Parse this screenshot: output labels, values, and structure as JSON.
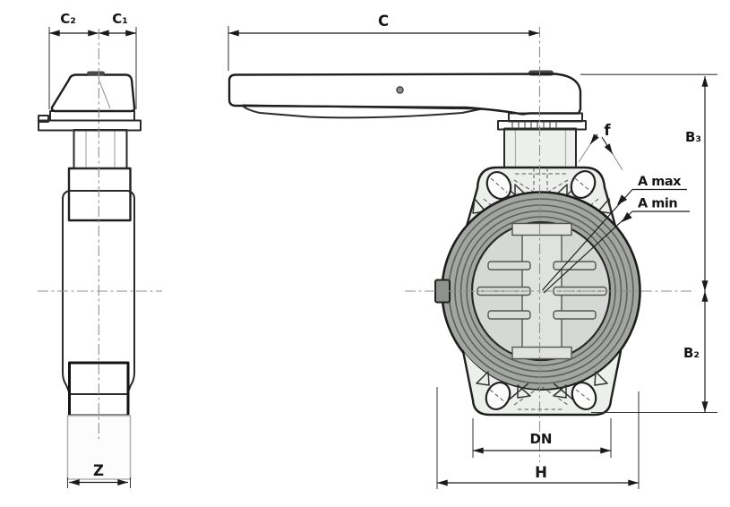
{
  "diagram": {
    "kind": "butterfly-valve dimensional drawing",
    "side_view": {
      "dimensions": {
        "c2": "C₂",
        "c1": "C₁",
        "z": "Z"
      }
    },
    "front_view": {
      "dimensions": {
        "c": "C",
        "b3": "B₃",
        "b2": "B₂",
        "f": "f",
        "a_max": "A max",
        "a_min": "A min",
        "dn": "DN",
        "h": "H"
      }
    }
  },
  "colors": {
    "line": "#1f1f1f",
    "dimension": "#1a1a1a",
    "body_fill": "#edefec",
    "handle_fill": "#d2d5d1",
    "trigger_fill": "#b2b6b1",
    "ring_fill": "#a3a7a2",
    "ring_line": "#5d615c",
    "disc_fill": "#d5d8d4",
    "spine_fill": "#dfe2de",
    "rib_fill": "#d8dbd7",
    "tab_fill": "#8e928d",
    "dark_tip": "#474747",
    "tube_stroke": "#b5b5b5",
    "centerline": "#8f8f8f",
    "background": "#ffffff"
  }
}
